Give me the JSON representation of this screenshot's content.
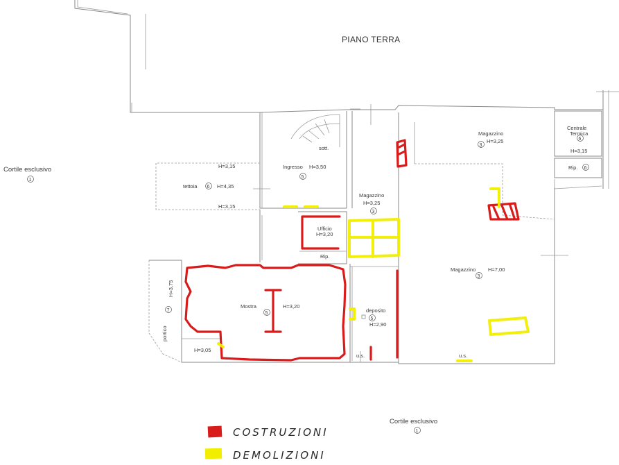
{
  "title": "PIANO TERRA",
  "colors": {
    "construction": "#d81b1b",
    "demolition": "#f2ee00",
    "walls": "#8a8a8a"
  },
  "courtyards": [
    {
      "name": "Cortile esclusivo",
      "num": "1"
    },
    {
      "name": "Cortile esclusivo",
      "num": "1"
    }
  ],
  "rooms": {
    "tettoia": {
      "name": "tettoia",
      "num": "6",
      "h_top": "H=3,15",
      "h_mid": "H=4,35",
      "h_bot": "H=3,15"
    },
    "ingresso": {
      "name": "Ingresso",
      "h": "H=3,50",
      "num": "5",
      "sott": "sott."
    },
    "magazzino_mid": {
      "name": "Magazzino",
      "h": "H=3,25",
      "num": "3"
    },
    "magazzino_top": {
      "name": "Magazzino",
      "h": "H=3,25",
      "num": "3"
    },
    "centrale": {
      "name1": "Centrale",
      "name2": "Termica",
      "num": "6",
      "h": "H=3,15"
    },
    "rip_right": {
      "name": "Rip.",
      "num": "6"
    },
    "ufficio": {
      "name": "Ufficio",
      "h": "H=3,20"
    },
    "rip_small": {
      "name": "Rip."
    },
    "magazzino_big": {
      "name": "Magazzino",
      "h": "H=7,00",
      "num": "3"
    },
    "mostra": {
      "name": "Mostra",
      "num": "5",
      "h": "H=3,20"
    },
    "deposito": {
      "name": "deposito",
      "num": "5",
      "h": "H=2,90"
    },
    "portico": {
      "name": "portico",
      "num": "7",
      "h": "H=3,75",
      "h2": "H=3,05"
    },
    "us1": "u.s.",
    "us2": "u.s."
  },
  "legend": {
    "construction": "COSTRUZIONI",
    "demolition": "DEMOLIZIONI"
  }
}
